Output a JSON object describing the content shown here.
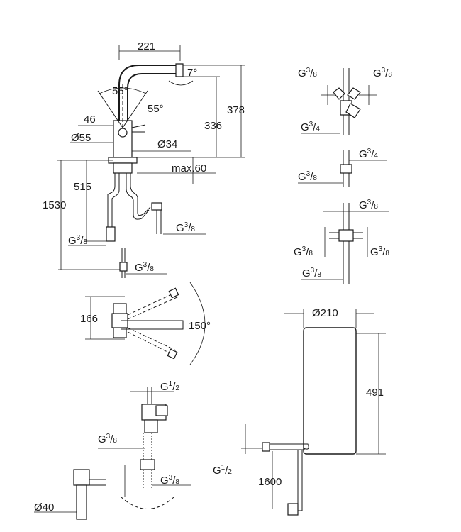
{
  "colors": {
    "ink": "#1a1a1a",
    "paper": "#ffffff"
  },
  "faucet": {
    "spout_reach": "221",
    "spout_angle": "7°",
    "lever_angle_left": "55°",
    "lever_angle_right": "55°",
    "lever_offset": "46",
    "body_diameter": "Ø55",
    "base_diameter": "Ø34",
    "spout_height": "336",
    "total_height": "378",
    "deck_max": "max.60",
    "hose_length_1": "515",
    "hose_length_2": "1530",
    "conn_hose_g": "G",
    "conn_hose_num": "3",
    "conn_hose_den": "8"
  },
  "swivel": {
    "projection": "166",
    "angle": "150°"
  },
  "valves": {
    "angle_valve_top_left": {
      "g": "G",
      "num": "3",
      "den": "8"
    },
    "angle_valve_top_right": {
      "g": "G",
      "num": "3",
      "den": "8"
    },
    "angle_valve_bottom": {
      "g": "G",
      "num": "3",
      "den": "4"
    },
    "adapter_top": {
      "g": "G",
      "num": "3",
      "den": "4"
    },
    "adapter_bottom": {
      "g": "G",
      "num": "3",
      "den": "8"
    },
    "tee_top": {
      "g": "G",
      "num": "3",
      "den": "8"
    },
    "tee_left": {
      "g": "G",
      "num": "3",
      "den": "8"
    },
    "tee_right": {
      "g": "G",
      "num": "3",
      "den": "8"
    },
    "tee_bottom": {
      "g": "G",
      "num": "3",
      "den": "8"
    }
  },
  "filter_head": {
    "inlet": {
      "g": "G",
      "num": "1",
      "den": "2"
    },
    "outlet_left": {
      "g": "G",
      "num": "3",
      "den": "8"
    },
    "outlet_right": {
      "g": "G",
      "num": "3",
      "den": "8"
    },
    "bottle_diameter": "Ø40"
  },
  "tank": {
    "diameter": "Ø210",
    "height": "491",
    "hose_length": "1600",
    "inlet": {
      "g": "G",
      "num": "1",
      "den": "2"
    }
  }
}
